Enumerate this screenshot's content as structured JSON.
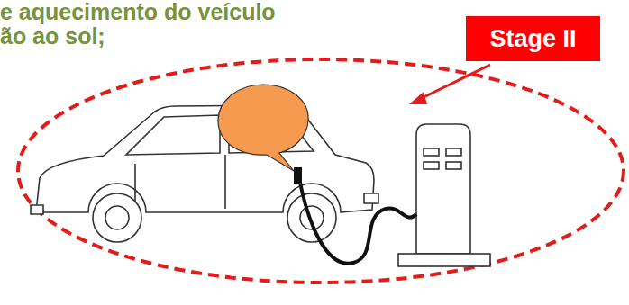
{
  "diagram": {
    "nodes": [
      {
        "text": [
          "Stage II"
        ]
      }
    ],
    "labels": [
      "e aquecimento do veículo",
      "ão ao sol;"
    ]
  }
}
